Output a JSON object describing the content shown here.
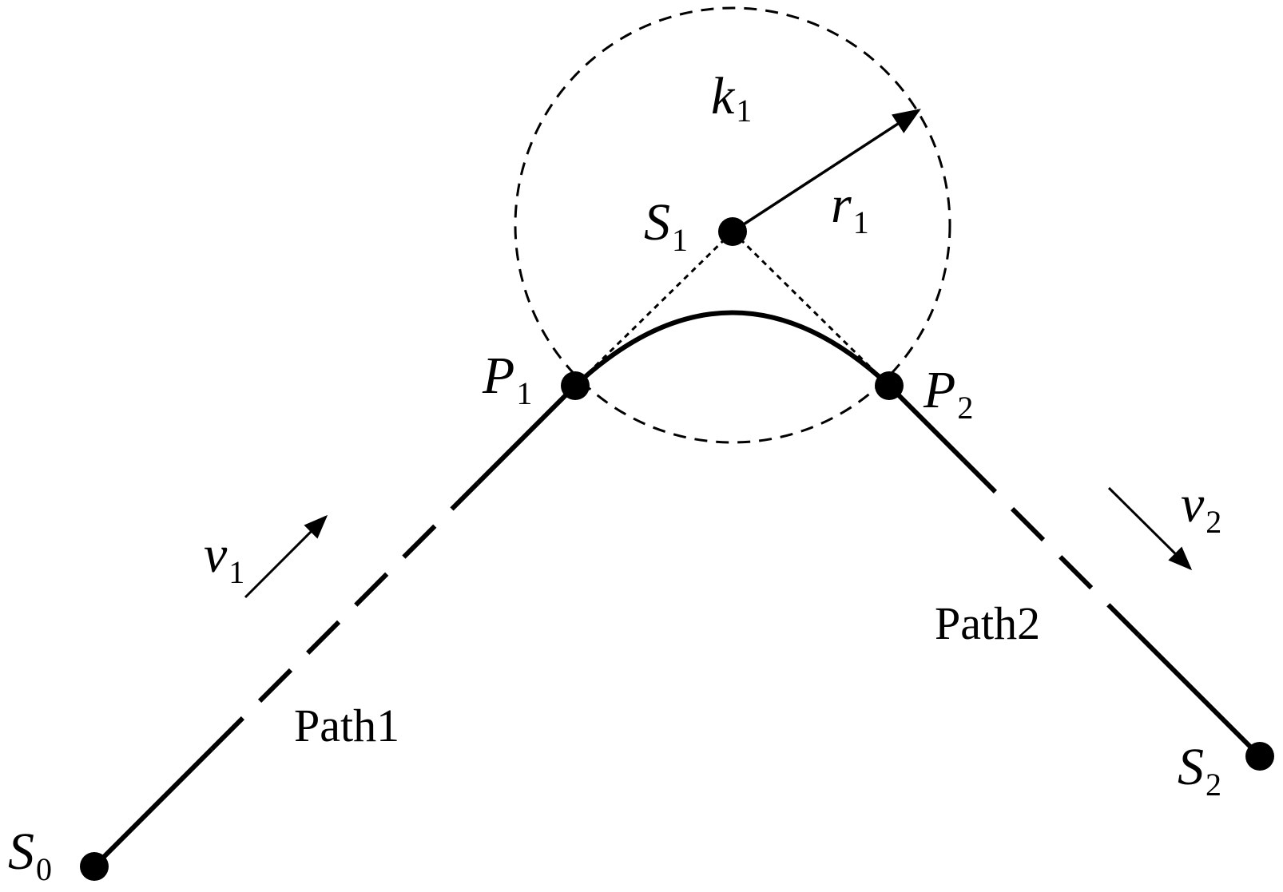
{
  "points": {
    "s0": {
      "var": "S",
      "sub": "0"
    },
    "s1": {
      "var": "S",
      "sub": "1"
    },
    "s2": {
      "var": "S",
      "sub": "2"
    },
    "p1": {
      "var": "P",
      "sub": "1"
    },
    "p2": {
      "var": "P",
      "sub": "2"
    }
  },
  "labels": {
    "k1": {
      "var": "k",
      "sub": "1"
    },
    "r1": {
      "var": "r",
      "sub": "1"
    },
    "v1": {
      "var": "v",
      "sub": "1"
    },
    "v2": {
      "var": "v",
      "sub": "2"
    },
    "path1": "Path1",
    "path2": "Path2"
  },
  "colors": {
    "stroke": "#000000",
    "background": "#ffffff"
  }
}
